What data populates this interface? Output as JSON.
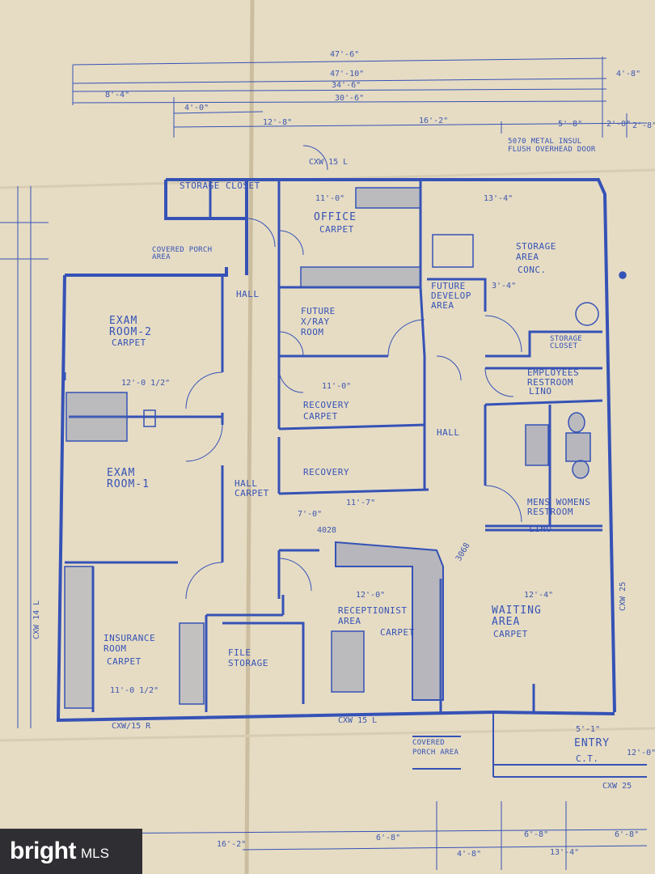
{
  "plan": {
    "colors": {
      "paper": "#e6dcc4",
      "ink": "#3552b6",
      "fold": "#d4c8ad"
    },
    "rooms": {
      "storage_closet": "STORAGE CLOSET",
      "office": "OFFICE",
      "office_floor": "CARPET",
      "covered_porch_area": "COVERED PORCH AREA",
      "storage_area": "STORAGE AREA",
      "storage_area_floor": "CONC.",
      "exam_room_2": "EXAM ROOM-2",
      "exam_room_2_floor": "CARPET",
      "future_xray": "FUTURE X/RAY ROOM",
      "future_develop": "FUTURE DEVELOP AREA",
      "hall_1": "HALL",
      "storage_closet_2": "STORAGE CLOSET",
      "employees_restroom": "EMPLOYEES RESTROOM",
      "employees_restroom_floor": "LINO",
      "recovery_1": "RECOVERY",
      "recovery_1_floor": "CARPET",
      "hall_2": "HALL",
      "exam_room_1": "EXAM ROOM-1",
      "recovery_2": "RECOVERY",
      "hall_3": "HALL",
      "hall_3_floor": "CARPET",
      "mens_womens": "MENS WOMENS RESTROOM",
      "mens_womens_floor": "LINO",
      "insurance_room": "INSURANCE ROOM",
      "insurance_room_floor": "CARPET",
      "file_storage": "FILE STORAGE",
      "receptionist_area": "RECEPTIONIST AREA",
      "receptionist_floor": "CARPET",
      "waiting_area": "WAITING AREA",
      "waiting_floor": "CARPET",
      "covered_porch_bottom": "COVERED PORCH AREA",
      "entry": "ENTRY",
      "entry_floor": "C.T."
    },
    "dimensions": {
      "d_47_6": "47'-6\"",
      "d_47_10": "47'-10\"",
      "d_34_6": "34'-6\"",
      "d_30_6": "30'-6\"",
      "d_8_4": "8'-4\"",
      "d_4_8_top": "4'-8\"",
      "d_12_8": "12'-8\"",
      "d_16_2": "16'-2\"",
      "d_5_8": "5'-8\"",
      "d_2_0": "2'-0\"",
      "d_2_8": "2'-8\"",
      "d_4_0": "4'-0\"",
      "d_11_0": "11'-0\"",
      "d_12_0_2": "12'-0 1/2\"",
      "d_11_0_2": "11'-0 1/2\"",
      "d_7_0": "7'-0\"",
      "d_11_7": "11'-7\"",
      "d_12_0": "12'-0\"",
      "d_12_4": "12'-4\"",
      "d_13_4": "13'-4\"",
      "d_3_4": "3'-4\"",
      "d_5_1": "5'-1\"",
      "d_12_0_b": "12'-0\"",
      "d_16_2_b": "16'-2\"",
      "d_6_8_a": "6'-8\"",
      "d_6_8_b": "6'-8\"",
      "d_6_8_c": "6'-8\"",
      "d_4_8_b": "4'-8\"",
      "d_13_4_b": "13'-4\""
    },
    "notes": {
      "window_top": "CXW 15 L",
      "window_bottom_left": "CXW/15 R",
      "window_bottom_mid": "CXW 15 L",
      "window_left": "CXW 14 L",
      "window_right": "CXW 25",
      "window_entry": "CXW 25",
      "door_3068": "3068",
      "door_4028": "4028",
      "overhead_door": "5070 METAL INSUL FLUSH OVERHEAD DOOR"
    }
  },
  "watermark": {
    "brand": "bright",
    "suffix": "MLS"
  }
}
